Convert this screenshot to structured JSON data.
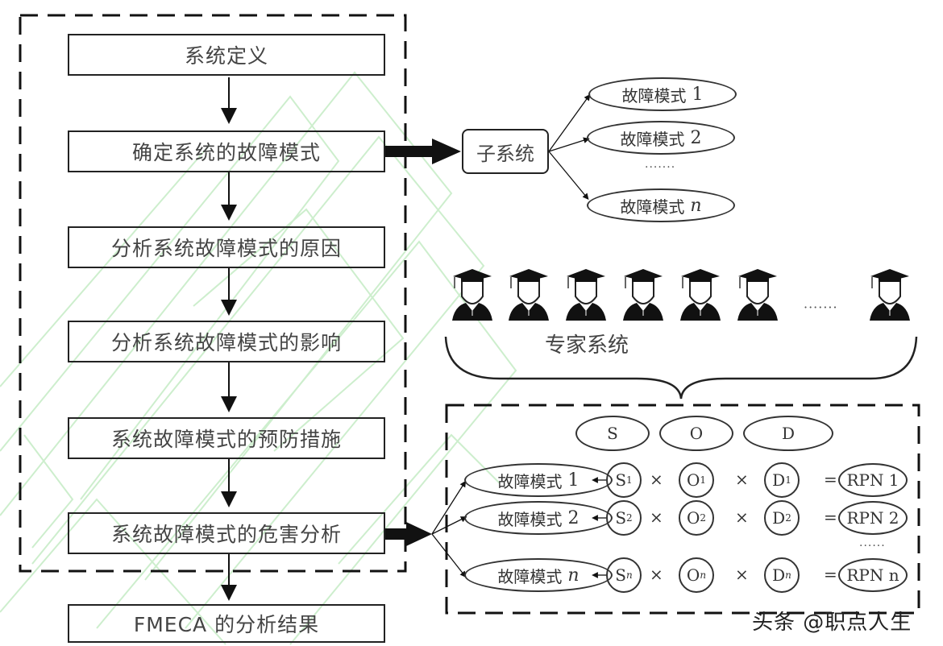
{
  "flow": {
    "steps": [
      "系统定义",
      "确定系统的故障模式",
      "分析系统故障模式的原因",
      "分析系统故障模式的影响",
      "系统故障模式的预防措施",
      "系统故障模式的危害分析",
      "FMECA 的分析结果"
    ]
  },
  "subsystem": {
    "label": "子系统",
    "modes": [
      {
        "text": "故障模式",
        "suffix": "1"
      },
      {
        "text": "故障模式",
        "suffix": "2"
      },
      {
        "text": "故障模式",
        "suffix": "n"
      }
    ],
    "ellipsis": "·······"
  },
  "experts": {
    "label": "专家系统",
    "count_shown": 7,
    "ellipsis": "·······"
  },
  "rpn": {
    "headers": [
      "S",
      "O",
      "D"
    ],
    "rows": [
      {
        "mode": "故障模式",
        "idx": "1",
        "s": "S",
        "o": "O",
        "d": "D",
        "sub": "1",
        "result": "RPN 1"
      },
      {
        "mode": "故障模式",
        "idx": "2",
        "s": "S",
        "o": "O",
        "d": "D",
        "sub": "2",
        "result": "RPN 2"
      },
      {
        "mode": "故障模式",
        "idx": "n",
        "s": "S",
        "o": "O",
        "d": "D",
        "sub": "n",
        "result": "RPN n"
      }
    ],
    "times": "×",
    "equals": "=",
    "ellipsis": "······"
  },
  "watermark_credit": "头条 @职点人生"
}
